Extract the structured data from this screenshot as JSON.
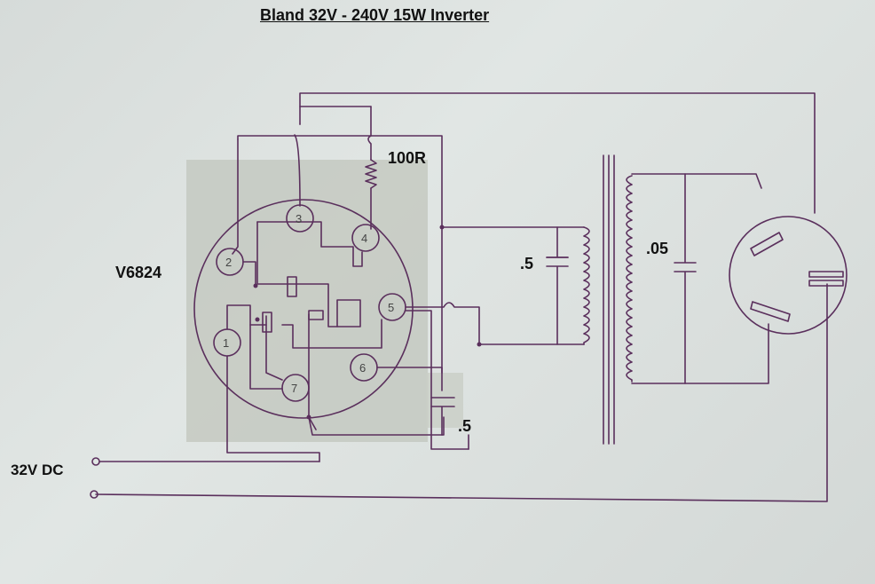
{
  "title": "Bland 32V - 240V 15W Inverter",
  "tube": {
    "label": "V6824",
    "pins": [
      "1",
      "2",
      "3",
      "4",
      "5",
      "6",
      "7"
    ]
  },
  "labels": {
    "resistor": "100R",
    "cap_primary": ".5",
    "cap_secondary": ".05",
    "cap_bottom": ".5",
    "supply": "32V DC"
  },
  "colors": {
    "wire": "#5a2f5c",
    "paper": "#dde2e0",
    "base_shade": "#c3c8c0"
  },
  "icons": [
    "transformer-icon",
    "outlet-icon",
    "capacitor-icon",
    "resistor-icon",
    "terminal-icon"
  ]
}
